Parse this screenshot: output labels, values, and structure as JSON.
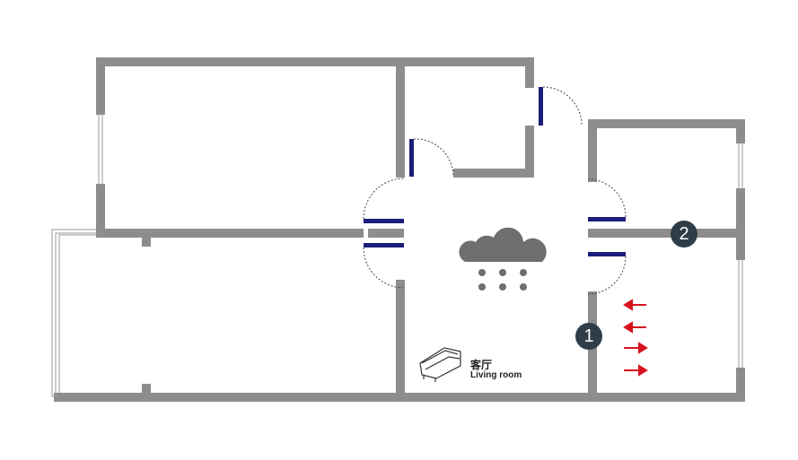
{
  "room_label": {
    "cn": "客厅",
    "en": "Living room"
  },
  "markers": [
    {
      "label": "1"
    },
    {
      "label": "2"
    }
  ],
  "icons": [
    "rain-cloud-icon",
    "sofa-icon",
    "airflow-arrows-icon"
  ],
  "colors": {
    "wall": "#8d8d8d",
    "door": "#1c1c7a",
    "badge": "#2e3d47",
    "arrow": "#d8121f",
    "cloud": "#6e6e6e"
  }
}
